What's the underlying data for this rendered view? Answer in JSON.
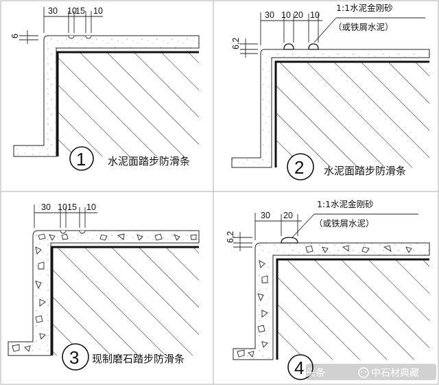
{
  "panels": [
    {
      "number": "1",
      "caption": "水泥面踏步防滑条",
      "dims": [
        "30",
        "10",
        "15",
        "10"
      ],
      "side_dim": "6",
      "note": [
        "",
        ""
      ]
    },
    {
      "number": "2",
      "caption": "水泥面踏步防滑条",
      "dims": [
        "30",
        "10",
        "20",
        "10"
      ],
      "side_dim": "6,2",
      "note": [
        "1:1水泥金刚砂",
        "（或铁屑水泥）"
      ]
    },
    {
      "number": "3",
      "caption": "现制磨石踏步防滑条",
      "dims": [
        "30",
        "10",
        "15",
        "10"
      ],
      "side_dim": "",
      "note": [
        "",
        ""
      ]
    },
    {
      "number": "4",
      "caption": "",
      "dims": [
        "30",
        "20"
      ],
      "side_dim": "6,2",
      "note": [
        "1:1水泥金刚砂",
        "（或铁屑水泥）"
      ]
    }
  ],
  "watermark": {
    "left": "头条",
    "right": "中石材典藏"
  },
  "colors": {
    "line": "#111111",
    "grid_border": "#bdbdbd",
    "watermark": "#ffffff"
  }
}
